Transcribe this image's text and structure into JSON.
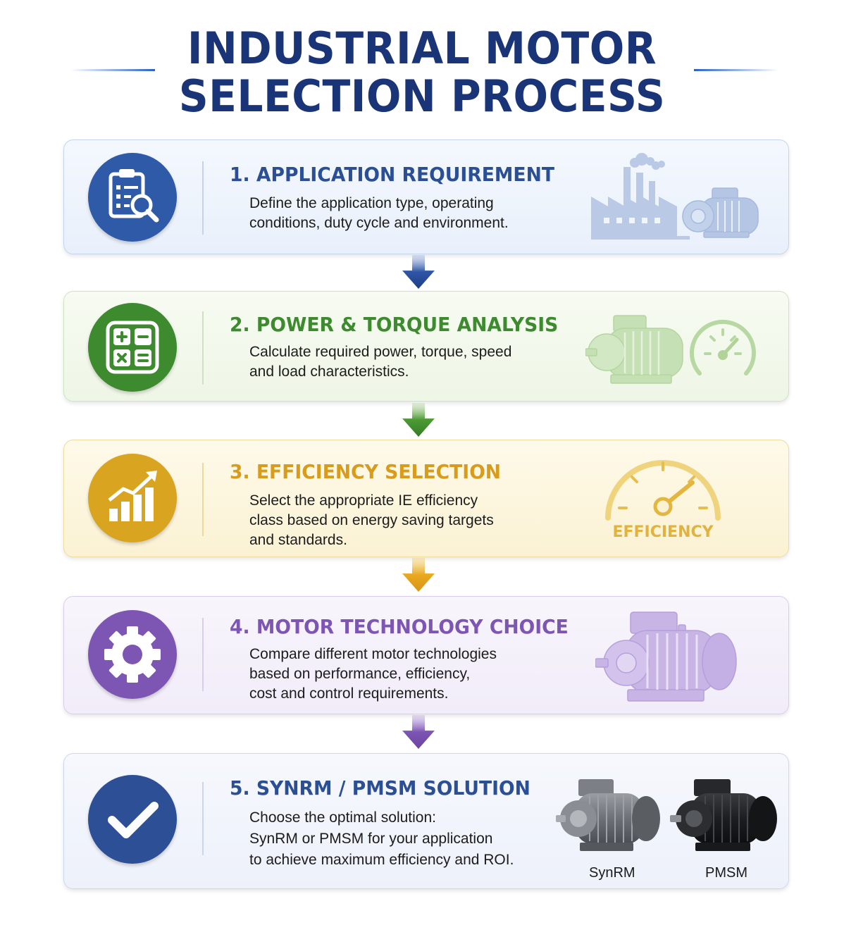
{
  "title": {
    "line1": "INDUSTRIAL MOTOR",
    "line2": "SELECTION PROCESS"
  },
  "colors": {
    "title": "#1a3577",
    "blue": "#2f5aa8",
    "green": "#3d8a2f",
    "gold": "#d9a420",
    "purple": "#7d55b3",
    "navy": "#2c4f96"
  },
  "steps": [
    {
      "title": "1. APPLICATION REQUIREMENT",
      "lines": [
        "Define the application type, operating",
        "conditions, duty cycle and environment."
      ],
      "icon": "clipboard-search-icon",
      "illustration": "factory-and-motor"
    },
    {
      "title": "2. POWER & TORQUE ANALYSIS",
      "lines": [
        "Calculate required power, torque, speed",
        "and load characteristics."
      ],
      "icon": "calculator-icon",
      "illustration": "motor-and-gauge"
    },
    {
      "title": "3. EFFICIENCY SELECTION",
      "lines": [
        "Select the appropriate IE efficiency",
        "class based on energy saving targets",
        "and standards."
      ],
      "icon": "growth-chart-icon",
      "illustration": "efficiency-gauge",
      "gauge_label": "EFFICIENCY"
    },
    {
      "title": "4. MOTOR TECHNOLOGY CHOICE",
      "lines": [
        "Compare different motor technologies",
        "based on performance, efficiency,",
        "cost and control requirements."
      ],
      "icon": "gear-icon",
      "illustration": "motor"
    },
    {
      "title": "5. SYNRM / PMSM SOLUTION",
      "lines": [
        "Choose the optimal solution:",
        "SynRM or PMSM for your application",
        "to achieve maximum efficiency and ROI."
      ],
      "icon": "checkmark-icon",
      "illustration": "two-motors",
      "motor_labels": [
        "SynRM",
        "PMSM"
      ]
    }
  ]
}
